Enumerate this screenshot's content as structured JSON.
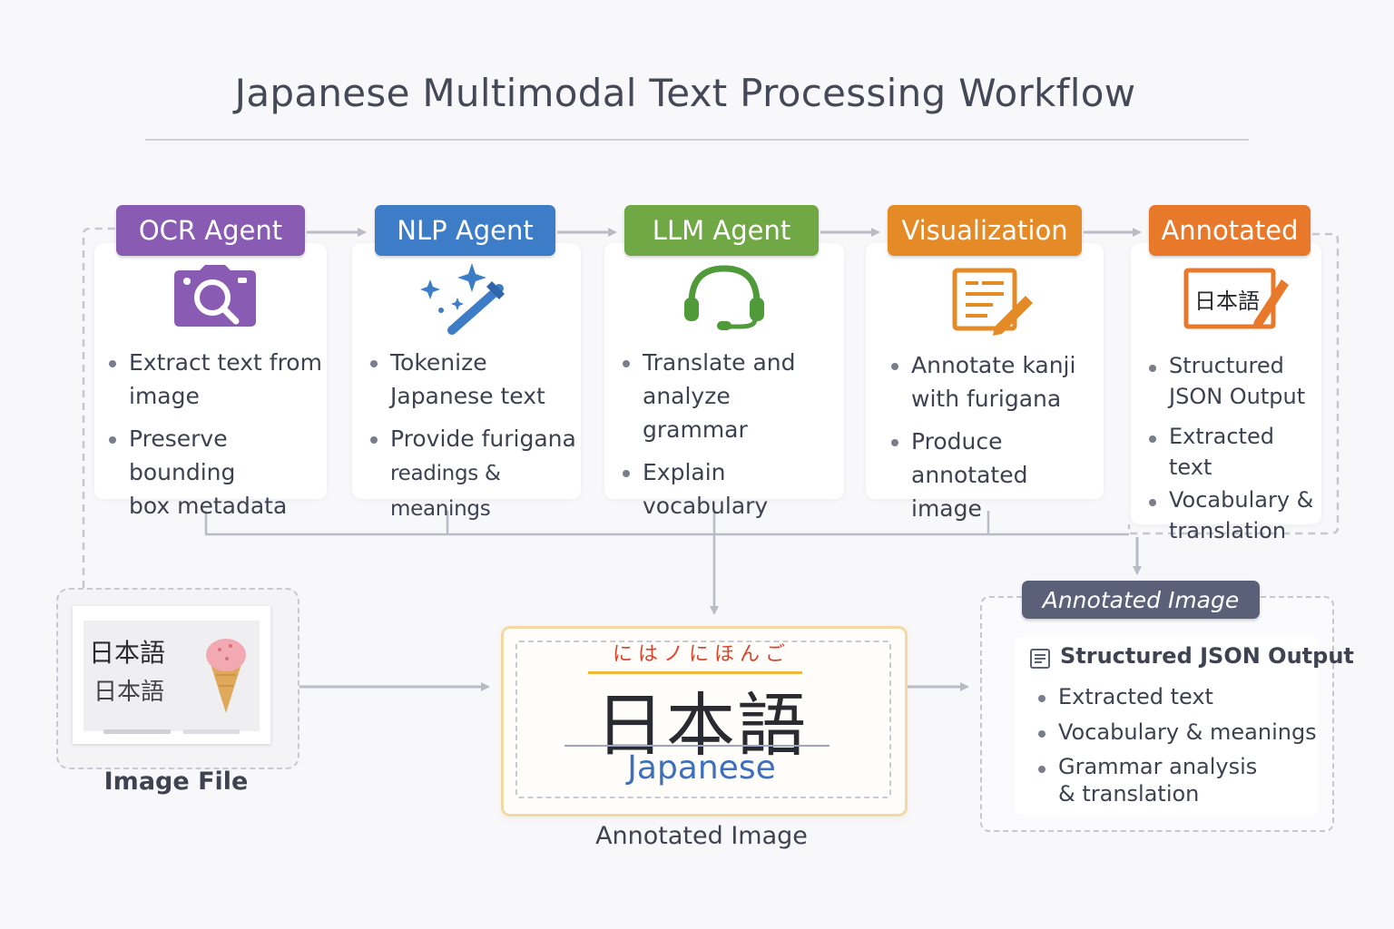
{
  "title": "Japanese Multimodal Text Processing Workflow",
  "colors": {
    "ocr": "#8a5bb3",
    "nlp": "#3d7cc7",
    "llm": "#6fa844",
    "visualization": "#e48b28",
    "annotated": "#e8782a",
    "output_tag": "#5b6079",
    "connector": "#b9bcc7"
  },
  "stages": [
    {
      "tag": "OCR Agent",
      "icon": "camera-search-icon",
      "bullets": [
        [
          "Extract text from",
          "image"
        ],
        [
          "Preserve bounding",
          "box metadata"
        ]
      ]
    },
    {
      "tag": "NLP Agent",
      "icon": "magic-wand-icon",
      "bullets": [
        [
          "Tokenize",
          "Japanese text"
        ],
        [
          "Provide furigana",
          "readings & meanings"
        ]
      ]
    },
    {
      "tag": "LLM Agent",
      "icon": "headset-icon",
      "bullets": [
        [
          "Translate and",
          "analyze grammar"
        ],
        [
          "Explain",
          "vocabulary"
        ]
      ]
    },
    {
      "tag": "Visualization",
      "icon": "document-pencil-icon",
      "bullets": [
        [
          "Annotate kanji",
          "with furigana"
        ],
        [
          "Produce",
          "annotated image"
        ]
      ]
    },
    {
      "tag": "Annotated",
      "icon": "kanji-card-icon",
      "icon_text": "日本語",
      "bullets": [
        [
          "Structured",
          "JSON Output"
        ],
        [
          "Extracted text"
        ],
        [
          "Vocabulary &",
          "translation"
        ]
      ]
    }
  ],
  "image_file": {
    "kanji_line_1": "日本語",
    "kanji_line_2": "日本語",
    "label": "Image File"
  },
  "center": {
    "furigana": "にはノにほんご",
    "kanji": "日本語",
    "english": "Japanese",
    "label": "Annotated Image"
  },
  "output": {
    "tag": "Annotated Image",
    "heading": "Structured JSON Output",
    "bullets": [
      [
        "Extracted text"
      ],
      [
        "Vocabulary & meanings"
      ],
      [
        "Grammar analysis",
        "& translation"
      ]
    ]
  }
}
